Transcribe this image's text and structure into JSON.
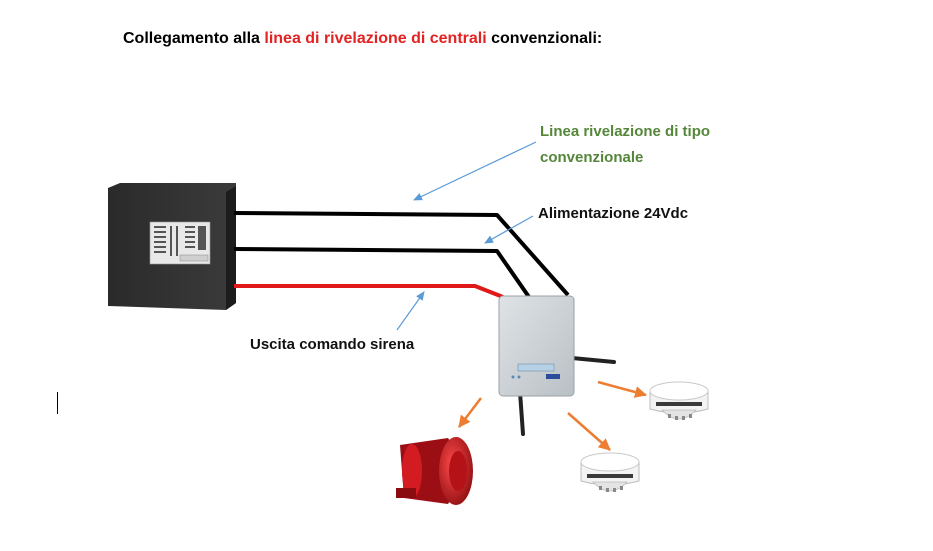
{
  "title": {
    "prefix": "Collegamento alla ",
    "highlight": "linea di rivelazione di centrali",
    "suffix": " convenzionali:"
  },
  "labels": {
    "line_type_1": "Linea rivelazione di tipo",
    "line_type_2": "convenzionale",
    "power": "Alimentazione 24Vdc",
    "siren_output": "Uscita comando sirena"
  },
  "colors": {
    "title_highlight": "#e32222",
    "line_label": "#55863a",
    "wire_black": "#000000",
    "wire_red": "#e01818",
    "pointer_blue": "#5b9bd5",
    "arrow_orange": "#ed7d31",
    "siren_red": "#c0141a"
  },
  "icons": [
    "control-panel-icon",
    "wireless-module-icon",
    "siren-icon",
    "smoke-detector-icon"
  ]
}
